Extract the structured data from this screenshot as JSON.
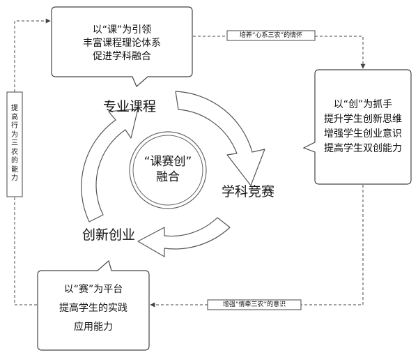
{
  "diagram": {
    "center": {
      "line1": "“课赛创”",
      "line2": "融合"
    },
    "cycle": {
      "course": "专业课程",
      "competition": "学科竞赛",
      "innovation": "创新创业"
    },
    "boxes": {
      "top": [
        "以“课”为引领",
        "丰富课程理论体系",
        "促进学科融合"
      ],
      "right": [
        "以“创”为抓手",
        "提升学生创新思维",
        "增强学生创业意识",
        "提高学生双创能力"
      ],
      "bottom": [
        "以“赛”为平台",
        "提高学生的实践",
        "应用能力"
      ]
    },
    "side_label": "提高行为三农的能力",
    "tags": {
      "top": "培养“心系三农”的情怀",
      "bottom": "增强“情牵三农”的意识"
    },
    "colors": {
      "stroke": "#444444",
      "text": "#111111",
      "box_fill": "#ffffff"
    }
  }
}
